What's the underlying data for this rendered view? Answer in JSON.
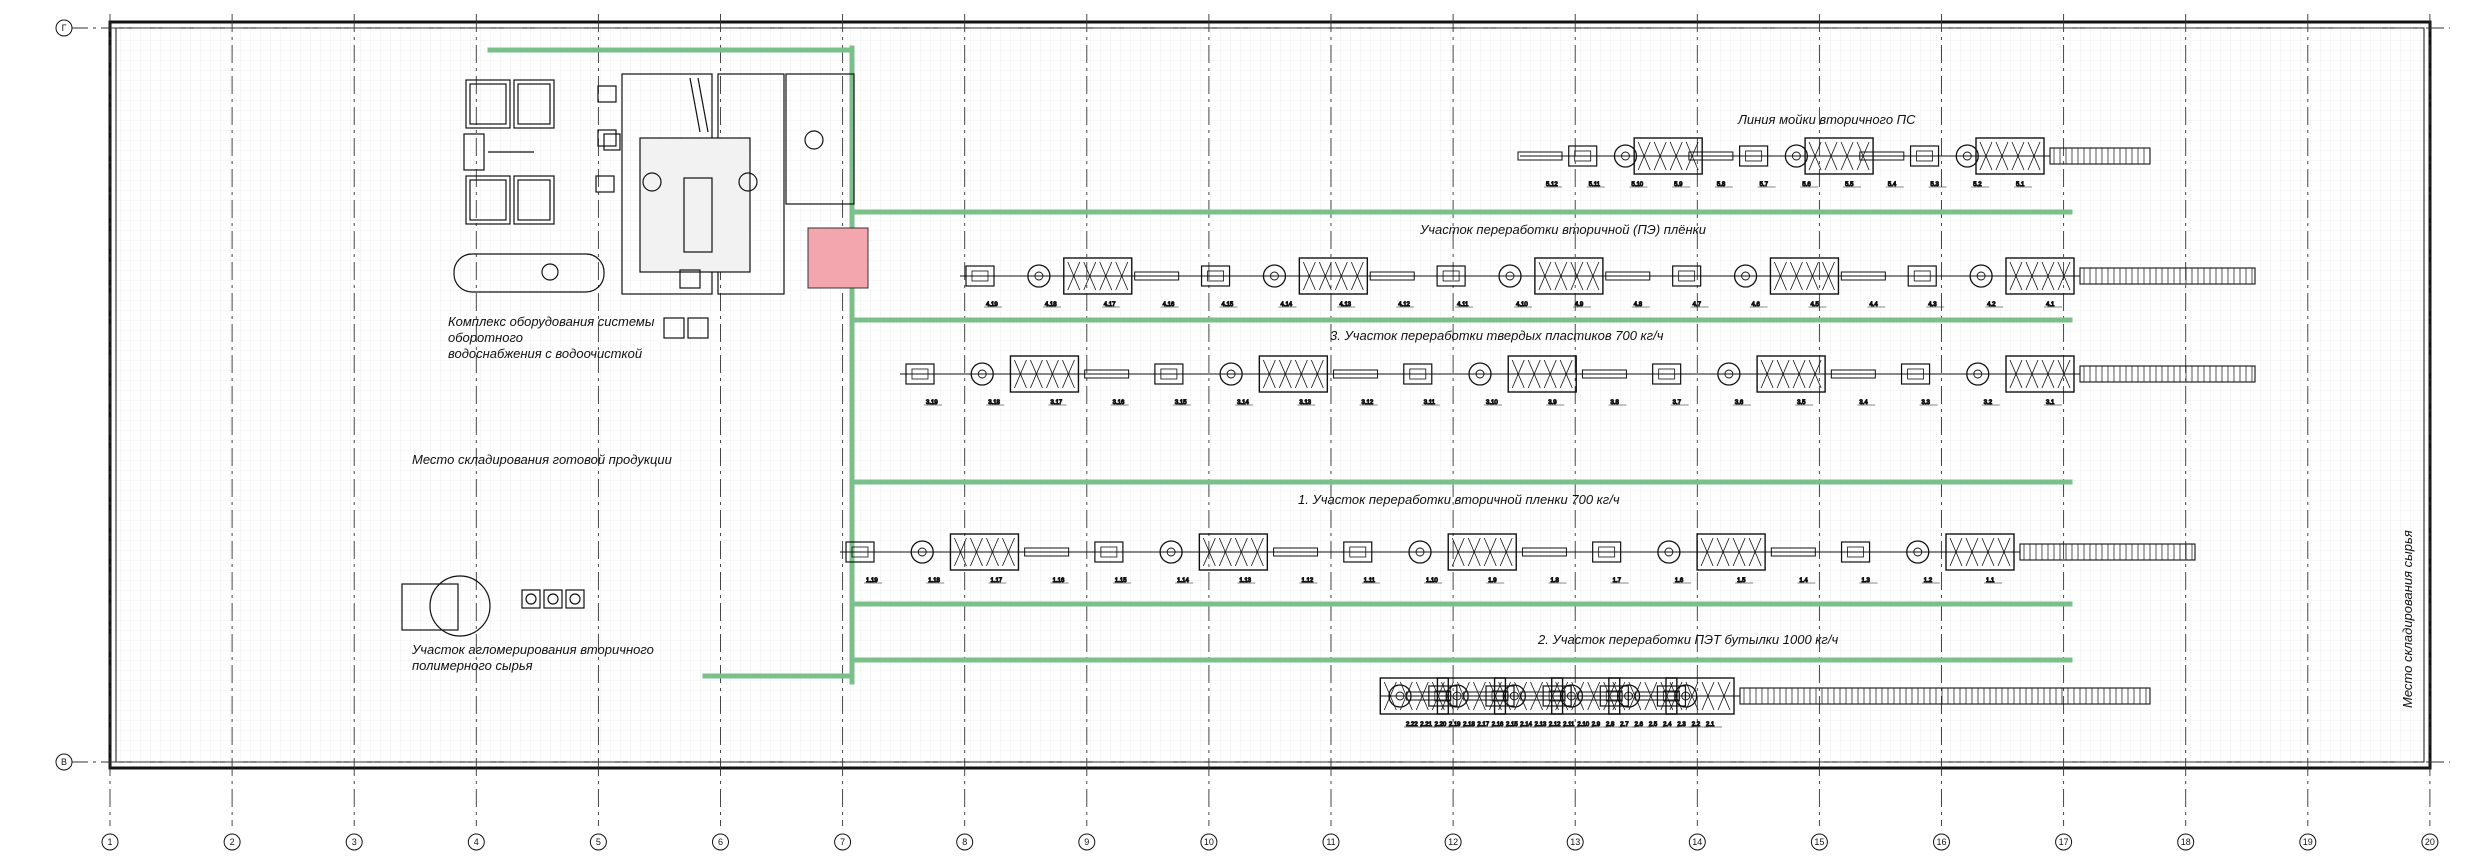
{
  "labels": {
    "line_ps": "Линия мойки вторичного ПС",
    "line_pe": "Участок переработки вторичной (ПЭ) плёнки",
    "line_3": "3. Участок переработки твердых пластиков 700 кг/ч",
    "line_1": "1. Участок переработки вторичной пленки 700 кг/ч",
    "line_2": "2. Участок переработки ПЭТ бутылки 1000 кг/ч",
    "water_1": "Комплекс оборудования системы",
    "water_2": "оборотного",
    "water_3": "водоснабжения с водоочисткой",
    "storage_finished": "Место складирования готовой продукции",
    "agglo_1": "Участок агломерирования вторичного",
    "agglo_2": "полимерного сырья",
    "storage_raw": "Место складирования сырья"
  },
  "axes": {
    "columns": [
      "1",
      "2",
      "3",
      "4",
      "5",
      "6",
      "7",
      "8",
      "9",
      "10",
      "11",
      "12",
      "13",
      "14",
      "15",
      "16",
      "17",
      "18",
      "19",
      "20"
    ],
    "rows": [
      "Г",
      "В"
    ]
  },
  "tags": {
    "ps": [
      "5.1",
      "5.2",
      "5.3",
      "5.4",
      "5.5",
      "5.6",
      "5.7",
      "5.8",
      "5.9",
      "5.10",
      "5.11",
      "5.12"
    ],
    "pe": [
      "4.1",
      "4.2",
      "4.3",
      "4.4",
      "4.5",
      "4.6",
      "4.7",
      "4.8",
      "4.9",
      "4.10",
      "4.11",
      "4.12",
      "4.13",
      "4.14",
      "4.15",
      "4.16",
      "4.17",
      "4.18",
      "4.19"
    ],
    "line3": [
      "3.1",
      "3.2",
      "3.3",
      "3.4",
      "3.5",
      "3.6",
      "3.7",
      "3.8",
      "3.9",
      "3.10",
      "3.11",
      "3.12",
      "3.13",
      "3.14",
      "3.15",
      "3.16",
      "3.17",
      "3.18",
      "3.19"
    ],
    "line1": [
      "1.1",
      "1.2",
      "1.3",
      "1.4",
      "1.5",
      "1.6",
      "1.7",
      "1.8",
      "1.9",
      "1.10",
      "1.11",
      "1.12",
      "1.13",
      "1.14",
      "1.15",
      "1.16",
      "1.17",
      "1.18",
      "1.19"
    ],
    "line2": [
      "2.1",
      "2.2",
      "2.3",
      "2.4",
      "2.5",
      "2.6",
      "2.7",
      "2.8",
      "2.9",
      "2.10",
      "2.11",
      "2.12",
      "2.13",
      "2.14",
      "2.15",
      "2.16",
      "2.17",
      "2.18",
      "2.19",
      "2.20",
      "2.21",
      "2.22"
    ]
  },
  "colors": {
    "pipe": "#7bbf8a",
    "highlight": "#f4a6ae",
    "grid": "#e2e2e2",
    "ink": "#111111"
  }
}
